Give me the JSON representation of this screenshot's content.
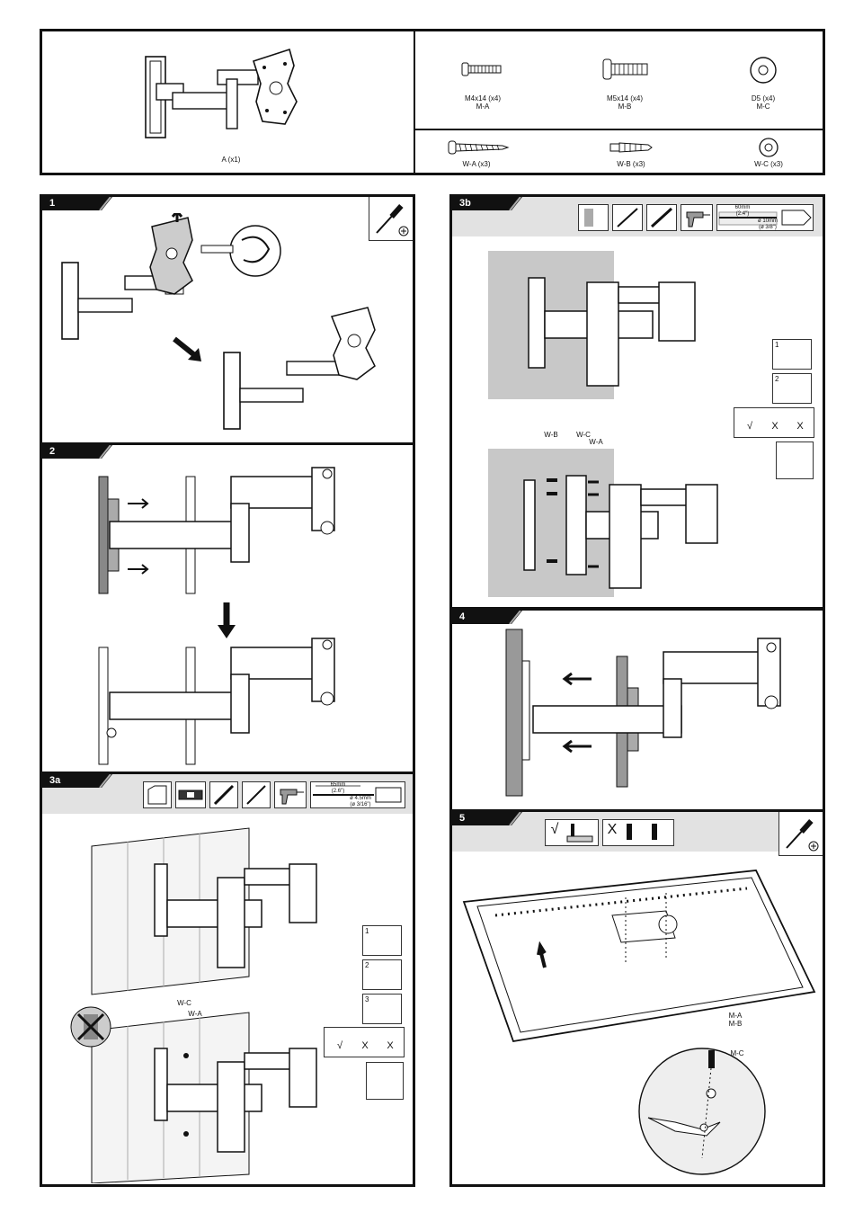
{
  "header": {
    "kit": {
      "label": "A (x1)"
    },
    "parts_top": [
      {
        "name": "M4x14 (x4)",
        "code": "M-A"
      },
      {
        "name": "M5x14 (x4)",
        "code": "M-B"
      },
      {
        "name": "D5 (x4)",
        "code": "M-C"
      }
    ],
    "parts_bottom": [
      {
        "label": "W-A (x3)"
      },
      {
        "label": "W-B (x3)"
      },
      {
        "label": "W-C (x3)"
      }
    ]
  },
  "steps": {
    "s1": {
      "num": "1"
    },
    "s2": {
      "num": "2"
    },
    "s3a": {
      "num": "3a",
      "dim_mm": "65mm",
      "dim_in": "(2.6\")",
      "drill": "ø 4.5mm",
      "drill_in": "(ø 3/16\")",
      "labels": {
        "wc": "W-C",
        "wa": "W-A"
      },
      "sub": [
        "1",
        "2",
        "3"
      ],
      "marks": [
        "√",
        "X",
        "X"
      ]
    },
    "s3b": {
      "num": "3b",
      "dim_mm": "60mm",
      "dim_in": "(2.4\")",
      "drill": "ø 10mm",
      "drill_in": "(ø 3/8\")",
      "labels": {
        "wb": "W-B",
        "wc": "W-C",
        "wa": "W-A"
      },
      "sub": [
        "1",
        "2"
      ],
      "marks": [
        "√",
        "X",
        "X"
      ]
    },
    "s4": {
      "num": "4"
    },
    "s5": {
      "num": "5",
      "check": "√",
      "cross": "X",
      "labels": {
        "ma": "M-A",
        "mb": "M-B",
        "mc": "M-C"
      }
    }
  }
}
